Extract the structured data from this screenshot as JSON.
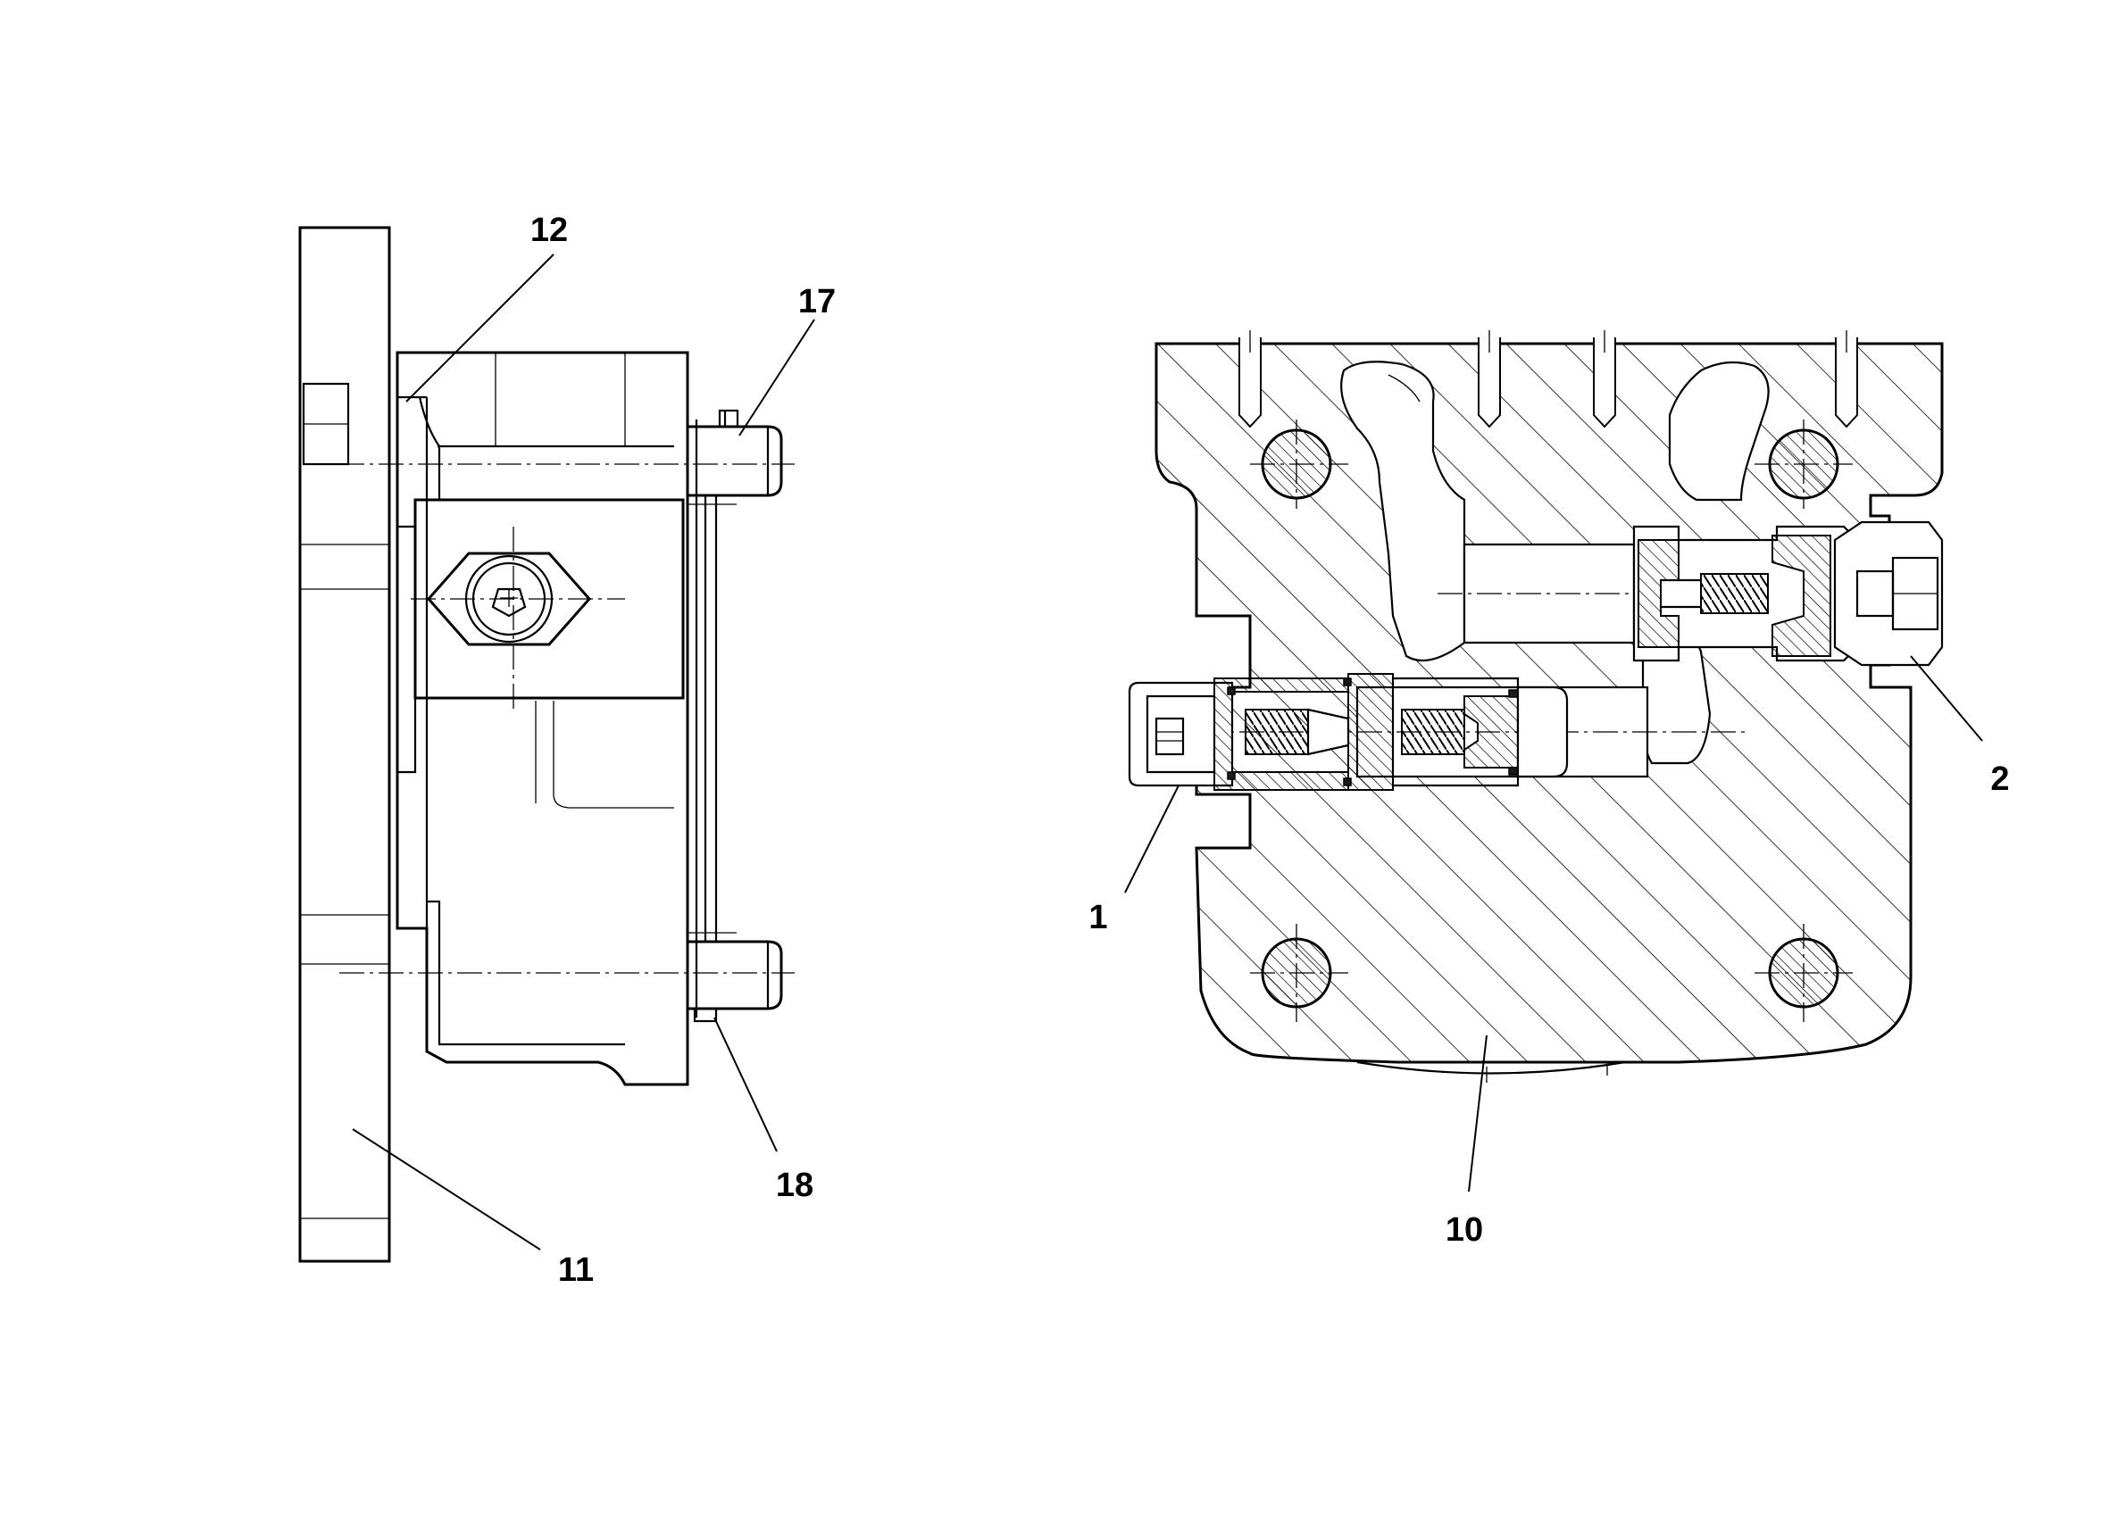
{
  "callouts": {
    "c12": "12",
    "c17": "17",
    "c18": "18",
    "c11": "11",
    "c1": "1",
    "c2": "2",
    "c10": "10"
  }
}
